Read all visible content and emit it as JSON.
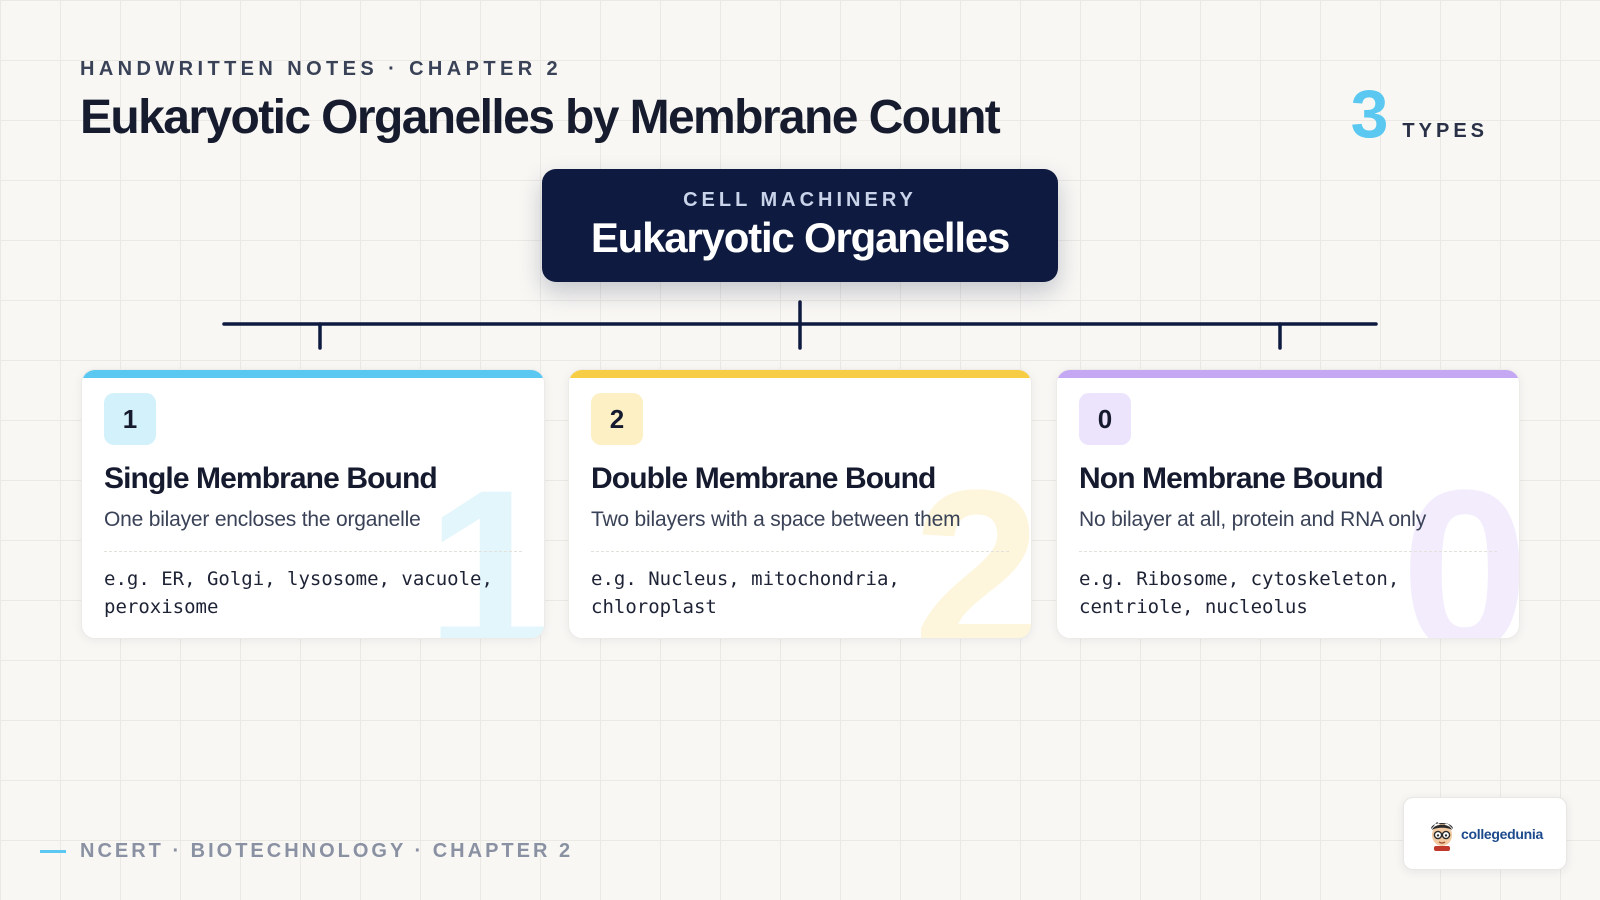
{
  "header": {
    "eyebrow": "HANDWRITTEN NOTES · CHAPTER 2",
    "title": "Eukaryotic Organelles by Membrane Count",
    "count": "3",
    "count_label": "TYPES"
  },
  "root": {
    "kicker": "CELL MACHINERY",
    "title": "Eukaryotic Organelles"
  },
  "cards": [
    {
      "badge": "1",
      "title": "Single Membrane Bound",
      "subtitle": "One bilayer encloses the organelle",
      "examples": "e.g. ER, Golgi, lysosome, vacuole, peroxisome",
      "accent": "#5ac8f0",
      "badge_bg": "#d3f1fb",
      "watermark_color": "#e3f6fc"
    },
    {
      "badge": "2",
      "title": "Double Membrane Bound",
      "subtitle": "Two bilayers with a space between them",
      "examples": "e.g. Nucleus, mitochondria, chloroplast",
      "accent": "#f7cd45",
      "badge_bg": "#fdf0c4",
      "watermark_color": "#fdf6dc"
    },
    {
      "badge": "0",
      "title": "Non Membrane Bound",
      "subtitle": "No bilayer at all, protein and RNA only",
      "examples": "e.g. Ribosome, cytoskeleton, centriole, nucleolus",
      "accent": "#c4a8f4",
      "badge_bg": "#ece3fd",
      "watermark_color": "#f2ecfd"
    }
  ],
  "footer": {
    "text": "NCERT · BIOTECHNOLOGY · CHAPTER 2"
  },
  "logo": {
    "text": "collegedunia",
    "icon": "student-mascot-icon"
  }
}
